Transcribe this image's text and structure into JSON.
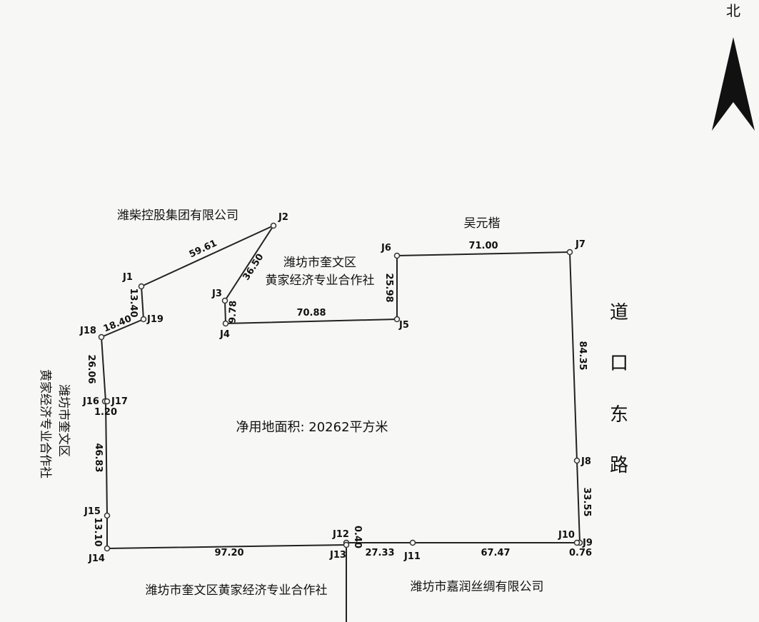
{
  "north": {
    "label": "北",
    "icon": "north-arrow-icon"
  },
  "area_label": "净用地面积: 20262平方米",
  "owners": {
    "north_west": "潍柴控股集团有限公司",
    "north_inner_line1": "潍坊市奎文区",
    "north_inner_line2": "黄家经济专业合作社",
    "north_east": "吴元楷",
    "west_line1": "潍坊市奎文区",
    "west_line2": "黄家经济专业合作社",
    "south_west": "潍坊市奎文区黄家经济专业合作社",
    "south_east": "潍坊市嘉润丝绸有限公司"
  },
  "road": {
    "chars": [
      "道",
      "口",
      "东",
      "路"
    ]
  },
  "points": [
    {
      "id": "J1"
    },
    {
      "id": "J2"
    },
    {
      "id": "J3"
    },
    {
      "id": "J4"
    },
    {
      "id": "J5"
    },
    {
      "id": "J6"
    },
    {
      "id": "J7"
    },
    {
      "id": "J8"
    },
    {
      "id": "J9"
    },
    {
      "id": "J10"
    },
    {
      "id": "J11"
    },
    {
      "id": "J12"
    },
    {
      "id": "J13"
    },
    {
      "id": "J14"
    },
    {
      "id": "J15"
    },
    {
      "id": "J16"
    },
    {
      "id": "J17"
    },
    {
      "id": "J18"
    },
    {
      "id": "J19"
    }
  ],
  "segments": [
    {
      "from": "J1",
      "to": "J2",
      "length": "59.61"
    },
    {
      "from": "J2",
      "to": "J3",
      "length": "36.50"
    },
    {
      "from": "J3",
      "to": "J4",
      "length": "9.78"
    },
    {
      "from": "J4",
      "to": "J5",
      "length": "70.88"
    },
    {
      "from": "J5",
      "to": "J6",
      "length": "25.98"
    },
    {
      "from": "J6",
      "to": "J7",
      "length": "71.00"
    },
    {
      "from": "J7",
      "to": "J8",
      "length": "84.35"
    },
    {
      "from": "J8",
      "to": "J9",
      "length": "33.55"
    },
    {
      "from": "J9",
      "to": "J10",
      "length": "0.76"
    },
    {
      "from": "J10",
      "to": "J11",
      "length": "67.47"
    },
    {
      "from": "J11",
      "to": "J12",
      "length": "27.33"
    },
    {
      "from": "J12",
      "to": "J13",
      "length": "0.40"
    },
    {
      "from": "J13",
      "to": "J14",
      "length": "97.20"
    },
    {
      "from": "J14",
      "to": "J15",
      "length": "13.10"
    },
    {
      "from": "J15",
      "to": "J16",
      "length": "46.83"
    },
    {
      "from": "J16",
      "to": "J17",
      "length": "1.20"
    },
    {
      "from": "J16",
      "to": "J18",
      "length": "26.06"
    },
    {
      "from": "J18",
      "to": "J19",
      "length": "18.40"
    },
    {
      "from": "J19",
      "to": "J1",
      "length": "13.40"
    }
  ]
}
